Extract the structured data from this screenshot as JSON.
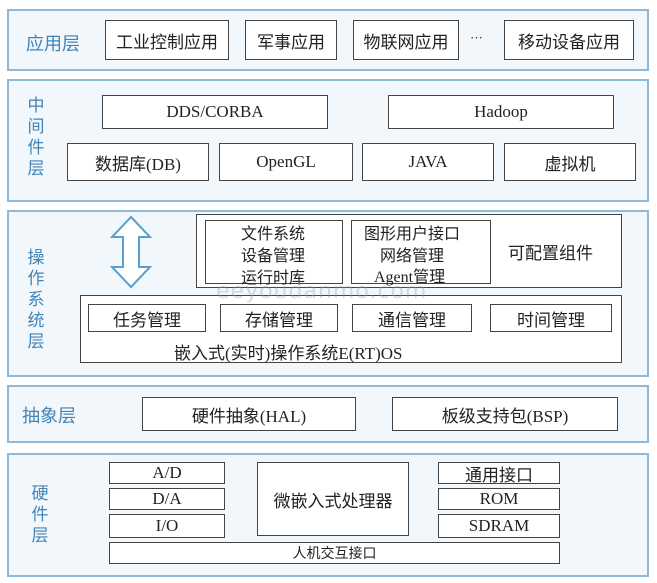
{
  "application_layer": {
    "label": "应用层",
    "items": [
      "工业控制应用",
      "军事应用",
      "物联网应用",
      "···",
      "移动设备应用"
    ]
  },
  "middleware_layer": {
    "label": "中间件层",
    "row1": [
      "DDS/CORBA",
      "Hadoop"
    ],
    "row2": [
      "数据库(DB)",
      "OpenGL",
      "JAVA",
      "虚拟机"
    ]
  },
  "os_layer": {
    "label": "操作系统层",
    "col1": [
      "文件系统",
      "设备管理",
      "运行时库"
    ],
    "col2": [
      "图形用户接口",
      "网络管理",
      "Agent管理"
    ],
    "configurable": "可配置组件",
    "kernel_items": [
      "任务管理",
      "存储管理",
      "通信管理",
      "时间管理"
    ],
    "kernel_title": "嵌入式(实时)操作系统E(RT)OS"
  },
  "abstraction_layer": {
    "label": "抽象层",
    "items": [
      "硬件抽象(HAL)",
      "板级支持包(BSP)"
    ]
  },
  "hardware_layer": {
    "label": "硬件层",
    "left": [
      "A/D",
      "D/A",
      "I/O"
    ],
    "center": "微嵌入式处理器",
    "right": [
      "通用接口",
      "ROM",
      "SDRAM"
    ],
    "bottom": "人机交互接口"
  },
  "watermark": "eeyoudanmo.com"
}
